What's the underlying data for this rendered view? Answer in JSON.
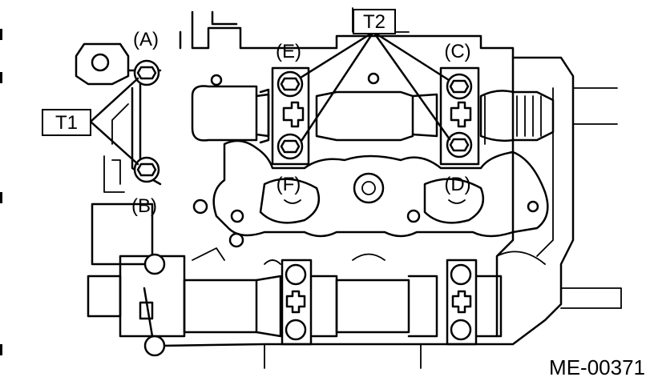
{
  "labels": {
    "a": "(A)",
    "b": "(B)",
    "c": "(C)",
    "d": "(D)",
    "e": "(E)",
    "f": "(F)"
  },
  "torque_groups": {
    "t1": "T1",
    "t2": "T2"
  },
  "figure_code": "ME-00371",
  "colors": {
    "line": "#000000",
    "background": "#ffffff"
  }
}
